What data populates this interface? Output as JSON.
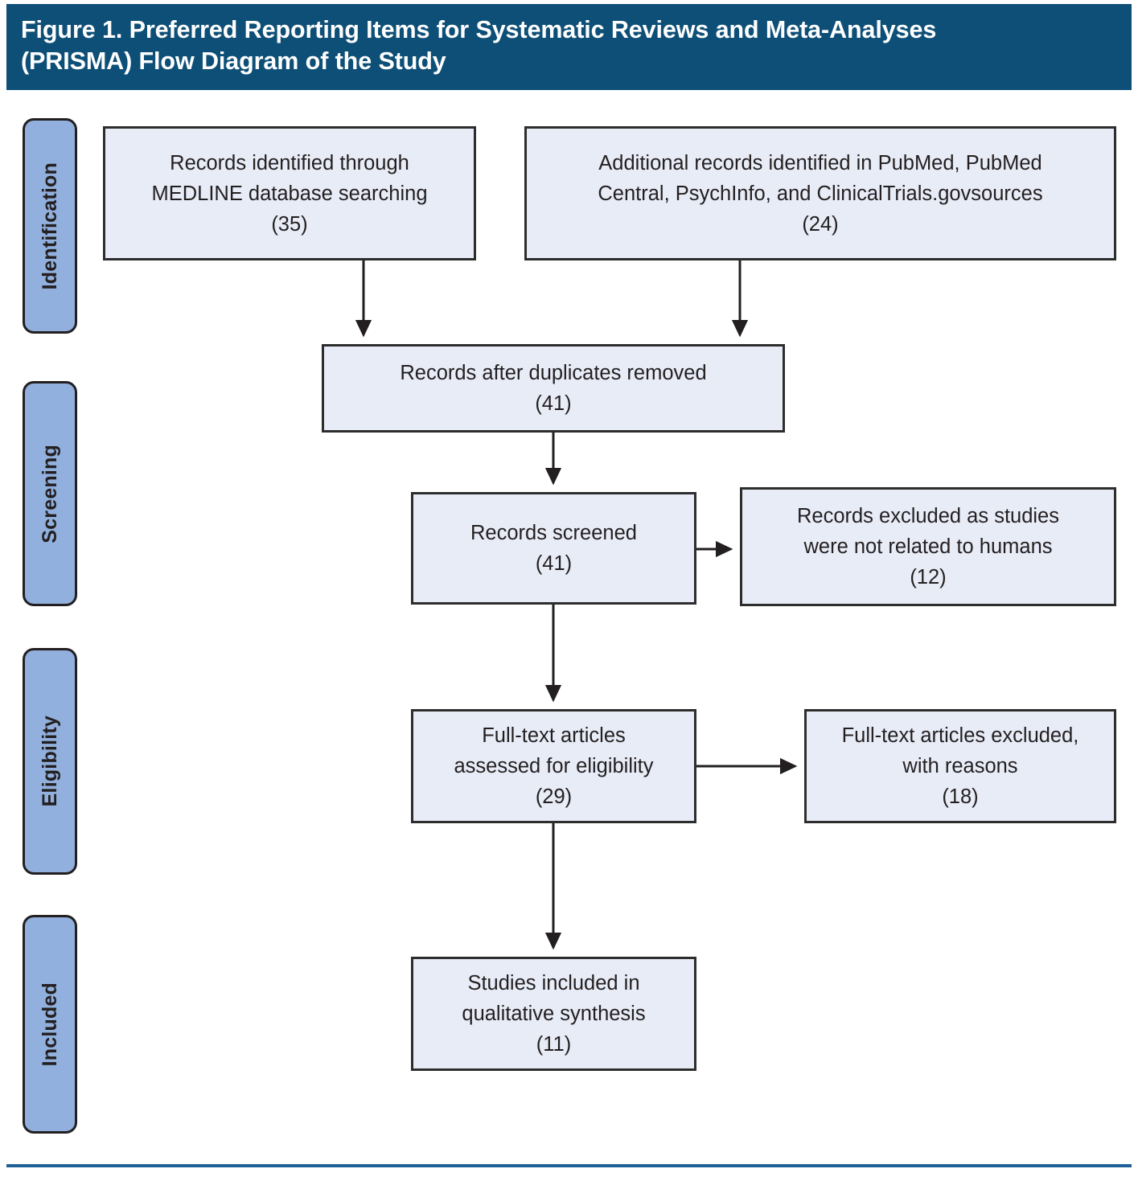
{
  "header": {
    "title": "Figure 1. Preferred Reporting Items for Systematic Reviews and Meta-Analyses\n(PRISMA) Flow Diagram of the Study",
    "background_color": "#0e4f77",
    "text_color": "#ffffff"
  },
  "theme": {
    "box_fill": "#e8ecf7",
    "box_border": "#2d2d2d",
    "phase_fill": "#91b0dd",
    "phase_border": "#231f20",
    "arrow_color": "#231f20",
    "rule_color": "#1f6096"
  },
  "phases": [
    {
      "id": "identification",
      "label": "Identification"
    },
    {
      "id": "screening",
      "label": "Screening"
    },
    {
      "id": "eligibility",
      "label": "Eligibility"
    },
    {
      "id": "included",
      "label": "Included"
    }
  ],
  "boxes": {
    "medline": {
      "text": "Records identified through\nMEDLINE database searching\n(35)",
      "count": 35
    },
    "additional": {
      "text": "Additional records identified in PubMed, PubMed\nCentral, PsychInfo, and ClinicalTrials.govsources\n(24)",
      "count": 24
    },
    "after_duplicates": {
      "text": "Records after duplicates removed\n(41)",
      "count": 41
    },
    "screened": {
      "text": "Records screened\n(41)",
      "count": 41
    },
    "excluded_nonhuman": {
      "text": "Records excluded as studies\nwere not related to humans\n(12)",
      "count": 12
    },
    "fulltext_assessed": {
      "text": "Full-text articles\nassessed for eligibility\n(29)",
      "count": 29
    },
    "fulltext_excluded": {
      "text": "Full-text articles excluded,\nwith reasons\n(18)",
      "count": 18
    },
    "included_qualitative": {
      "text": "Studies included in\nqualitative synthesis\n(11)",
      "count": 11
    }
  },
  "chart_data": {
    "type": "diagram",
    "title": "Figure 1. Preferred Reporting Items for Systematic Reviews and Meta-Analyses (PRISMA) Flow Diagram of the Study",
    "stages": [
      {
        "phase": "Identification",
        "node": "Records identified through MEDLINE database searching",
        "n": 35
      },
      {
        "phase": "Identification",
        "node": "Additional records identified in PubMed, PubMed Central, PsychInfo, and ClinicalTrials.govsources",
        "n": 24
      },
      {
        "phase": "Screening",
        "node": "Records after duplicates removed",
        "n": 41
      },
      {
        "phase": "Screening",
        "node": "Records screened",
        "n": 41
      },
      {
        "phase": "Screening",
        "node": "Records excluded as studies were not related to humans",
        "n": 12
      },
      {
        "phase": "Eligibility",
        "node": "Full-text articles assessed for eligibility",
        "n": 29
      },
      {
        "phase": "Eligibility",
        "node": "Full-text articles excluded, with reasons",
        "n": 18
      },
      {
        "phase": "Included",
        "node": "Studies included in qualitative synthesis",
        "n": 11
      }
    ],
    "edges": [
      {
        "from": "Records identified through MEDLINE database searching",
        "to": "Records after duplicates removed"
      },
      {
        "from": "Additional records identified in PubMed, PubMed Central, PsychInfo, and ClinicalTrials.govsources",
        "to": "Records after duplicates removed"
      },
      {
        "from": "Records after duplicates removed",
        "to": "Records screened"
      },
      {
        "from": "Records screened",
        "to": "Records excluded as studies were not related to humans"
      },
      {
        "from": "Records screened",
        "to": "Full-text articles assessed for eligibility"
      },
      {
        "from": "Full-text articles assessed for eligibility",
        "to": "Full-text articles excluded, with reasons"
      },
      {
        "from": "Full-text articles assessed for eligibility",
        "to": "Studies included in qualitative synthesis"
      }
    ]
  }
}
